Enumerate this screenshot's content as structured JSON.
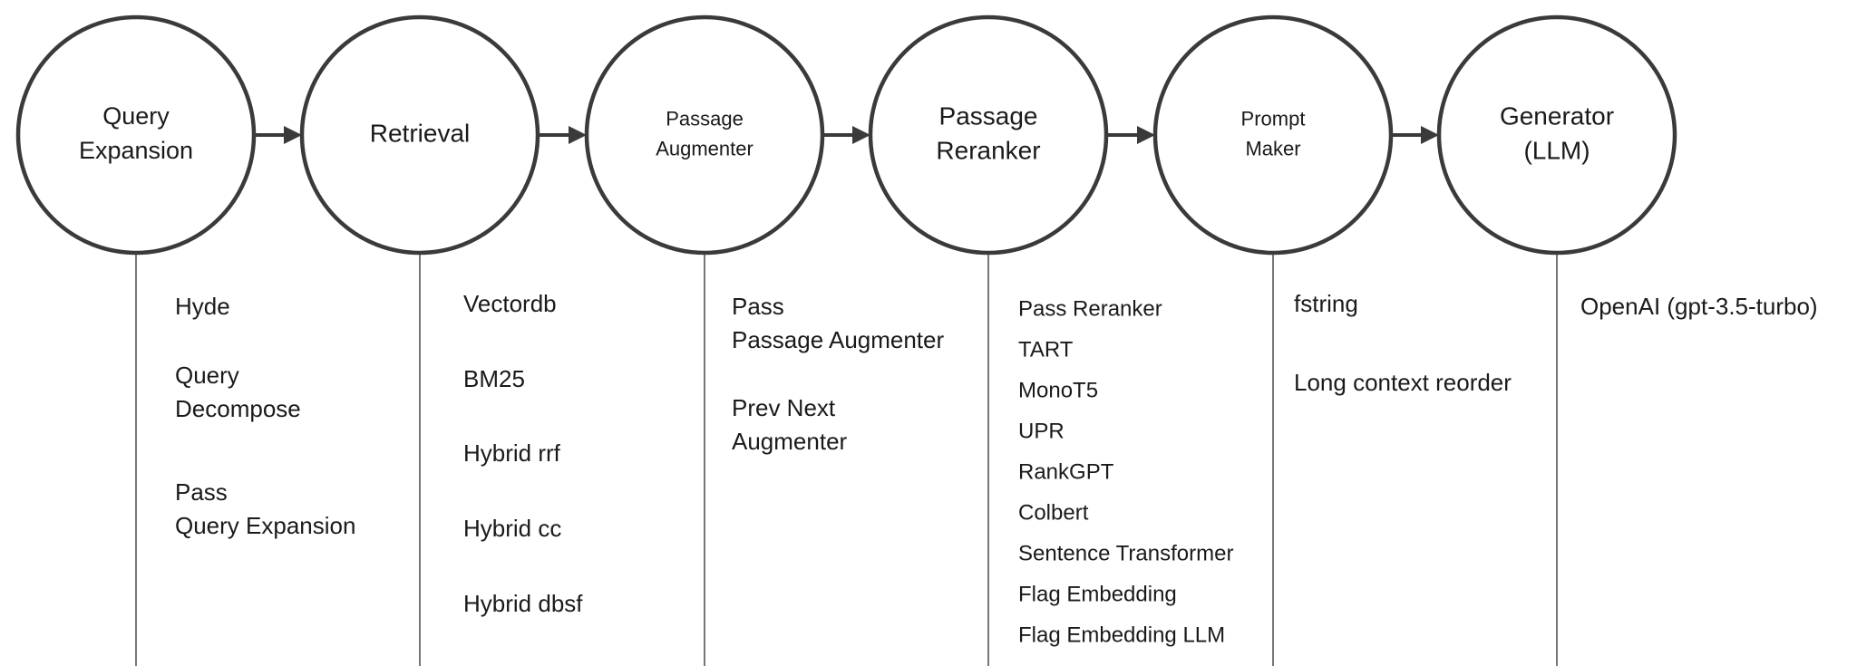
{
  "pipeline": {
    "stages": [
      {
        "id": "query-expansion",
        "label_lines": [
          "Query",
          "Expansion"
        ],
        "options": [
          {
            "lines": [
              "Hyde"
            ]
          },
          {
            "lines": [
              "Query",
              "Decompose"
            ]
          },
          {
            "lines": [
              "Pass",
              "Query Expansion"
            ]
          }
        ]
      },
      {
        "id": "retrieval",
        "label_lines": [
          "Retrieval"
        ],
        "options": [
          {
            "lines": [
              "Vectordb"
            ]
          },
          {
            "lines": [
              "BM25"
            ]
          },
          {
            "lines": [
              "Hybrid rrf"
            ]
          },
          {
            "lines": [
              "Hybrid cc"
            ]
          },
          {
            "lines": [
              "Hybrid dbsf"
            ]
          }
        ]
      },
      {
        "id": "passage-augmenter",
        "label_lines": [
          "Passage",
          "Augmenter"
        ],
        "options": [
          {
            "lines": [
              "Pass",
              "Passage Augmenter"
            ]
          },
          {
            "lines": [
              "Prev Next",
              "Augmenter"
            ]
          }
        ]
      },
      {
        "id": "passage-reranker",
        "label_lines": [
          "Passage",
          "Reranker"
        ],
        "options": [
          {
            "lines": [
              "Pass Reranker"
            ]
          },
          {
            "lines": [
              "TART"
            ]
          },
          {
            "lines": [
              "MonoT5"
            ]
          },
          {
            "lines": [
              "UPR"
            ]
          },
          {
            "lines": [
              "RankGPT"
            ]
          },
          {
            "lines": [
              "Colbert"
            ]
          },
          {
            "lines": [
              "Sentence Transformer"
            ]
          },
          {
            "lines": [
              "Flag Embedding"
            ]
          },
          {
            "lines": [
              "Flag Embedding LLM"
            ]
          }
        ]
      },
      {
        "id": "prompt-maker",
        "label_lines": [
          "Prompt",
          "Maker"
        ],
        "options": [
          {
            "lines": [
              "fstring"
            ]
          },
          {
            "lines": [
              "Long context reorder"
            ]
          }
        ]
      },
      {
        "id": "generator",
        "label_lines": [
          "Generator",
          "(LLM)"
        ],
        "options": [
          {
            "lines": [
              "OpenAI (gpt-3.5-turbo)"
            ]
          }
        ]
      }
    ],
    "colors": {
      "stroke": "#3a3a3a",
      "text": "#1a1a1a",
      "background": "#ffffff"
    }
  }
}
